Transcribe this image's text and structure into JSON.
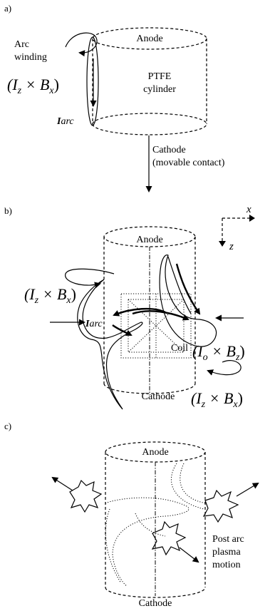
{
  "panel_a": {
    "tag": "a)",
    "anode": "Anode",
    "arc_winding_1": "Arc",
    "arc_winding_2": "winding",
    "force": "(I",
    "force_sub1": "z",
    "force_mid": " × B",
    "force_sub2": "x",
    "force_end": ")",
    "cylinder_1": "PTFE",
    "cylinder_2": "cylinder",
    "iarc_I": "I",
    "iarc_sub": "arc",
    "cathode_1": "Cathode",
    "cathode_2": "(movable contact)"
  },
  "panel_b": {
    "tag": "b)",
    "anode": "Anode",
    "axis_x": "x",
    "axis_z": "z",
    "iarc_I": "I",
    "iarc_sub": "arc",
    "coil": "Coil",
    "cathode": "Cathode",
    "f1_a": "(I",
    "f1_s1": "z",
    "f1_b": " × B",
    "f1_s2": "x",
    "f1_c": ")",
    "f2_a": "(I",
    "f2_s1": "o",
    "f2_b": " × B",
    "f2_s2": "z",
    "f2_c": ")",
    "f3_a": "(I",
    "f3_s1": "z",
    "f3_b": " × B",
    "f3_s2": "x",
    "f3_c": ")"
  },
  "panel_c": {
    "tag": "c)",
    "anode": "Anode",
    "cathode": "Cathode",
    "post_1": "Post arc",
    "post_2": "plasma",
    "post_3": "motion"
  }
}
